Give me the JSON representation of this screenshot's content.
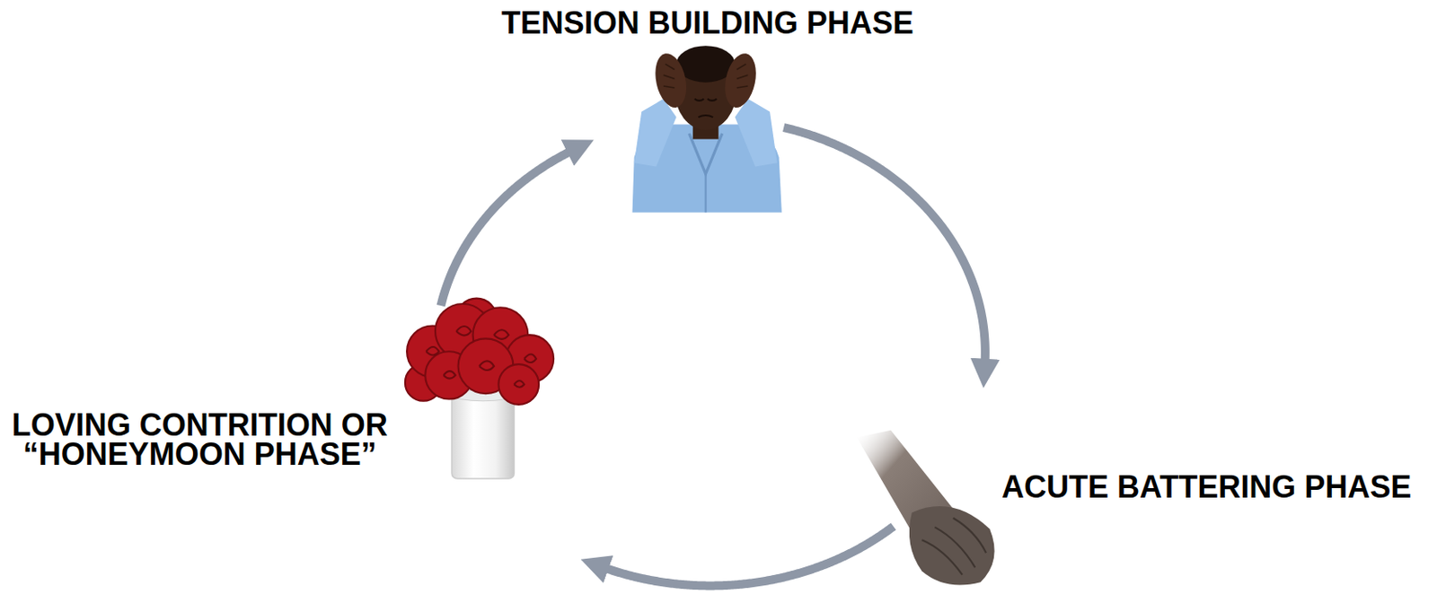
{
  "diagram": {
    "nodes": [
      {
        "text": [
          "TENSION BUILDING PHASE"
        ]
      },
      {
        "text": [
          "LOVING CONTRITION OR “HONEYMOON PHASE”"
        ]
      },
      {
        "text": [
          "ACUTE BATTERING PHASE"
        ]
      }
    ],
    "edges": [
      {
        "from": 0,
        "to": 2,
        "arrow": "to"
      },
      {
        "from": 2,
        "to": 1,
        "arrow": "to"
      },
      {
        "from": 1,
        "to": 0,
        "arrow": "to"
      }
    ]
  }
}
